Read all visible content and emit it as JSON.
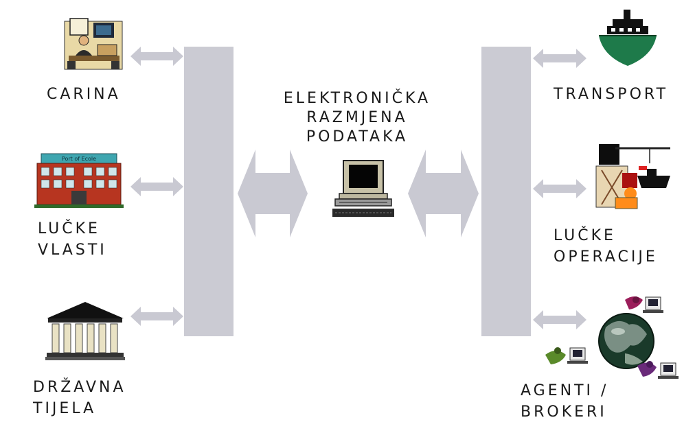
{
  "center": {
    "lines": [
      "ELEKTRONIČKA",
      "RAZMJENA",
      "PODATAKA"
    ],
    "icon": "computer-icon"
  },
  "left": [
    {
      "lines": [
        "CARINA"
      ],
      "icon": "office-worker-icon"
    },
    {
      "lines": [
        "LUČKE",
        "VLASTI"
      ],
      "icon": "port-authority-building-icon"
    },
    {
      "lines": [
        "DRŽAVNA",
        "TIJELA"
      ],
      "icon": "government-building-icon"
    }
  ],
  "right": [
    {
      "lines": [
        "TRANSPORT"
      ],
      "icon": "ship-icon"
    },
    {
      "lines": [
        "LUČKE",
        "OPERACIJE"
      ],
      "icon": "port-crane-icon"
    },
    {
      "lines": [
        "AGENTI /",
        "BROKERI"
      ],
      "icon": "network-globe-icon"
    }
  ],
  "building_sign": "Port of Ecole",
  "colors": {
    "bar": "#cbcbd3",
    "arrow": "#c9c9d2",
    "text": "#1a1a1a",
    "ship_hull": "#1e7a4a",
    "building": "#b73520"
  }
}
